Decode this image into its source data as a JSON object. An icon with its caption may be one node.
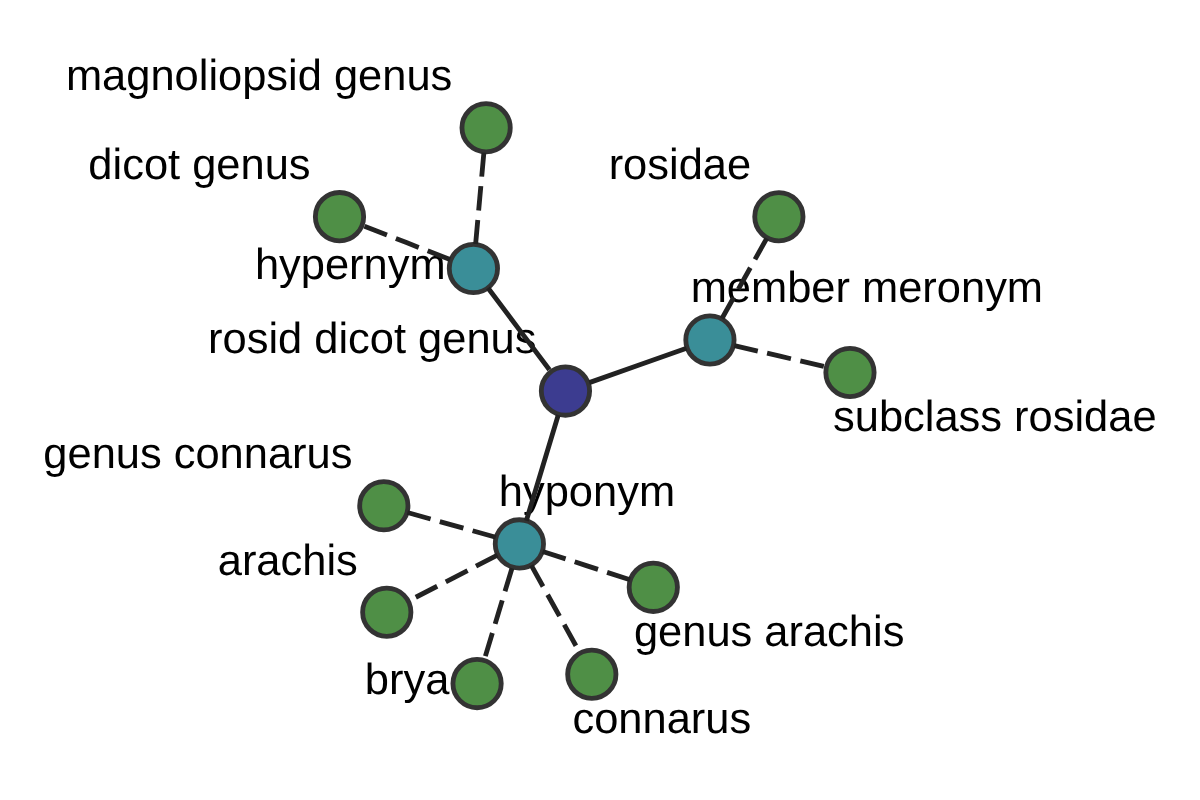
{
  "diagram": {
    "nodes": [
      {
        "text": [
          "rosid dicot genus"
        ]
      },
      {
        "text": [
          "member meronym"
        ]
      },
      {
        "text": [
          "subclass rosidae"
        ]
      },
      {
        "text": [
          "rosidae"
        ]
      },
      {
        "text": [
          "hyponym"
        ]
      },
      {
        "text": [
          "genus connarus"
        ]
      },
      {
        "text": [
          "arachis"
        ]
      },
      {
        "text": [
          "genus arachis"
        ]
      },
      {
        "text": [
          "brya"
        ]
      },
      {
        "text": [
          "connarus"
        ]
      },
      {
        "text": [
          "hypernym"
        ]
      },
      {
        "text": [
          "dicot genus"
        ]
      },
      {
        "text": [
          "magnoliopsid genus"
        ]
      }
    ],
    "edges": [
      {
        "from": 0,
        "to": 1,
        "arrow": "none"
      },
      {
        "from": 0,
        "to": 4,
        "arrow": "none"
      },
      {
        "from": 0,
        "to": 10,
        "arrow": "none"
      },
      {
        "from": 1,
        "to": 2,
        "arrow": "none",
        "style": "dashed"
      },
      {
        "from": 1,
        "to": 3,
        "arrow": "none",
        "style": "dashed"
      },
      {
        "from": 4,
        "to": 5,
        "arrow": "none",
        "style": "dashed"
      },
      {
        "from": 4,
        "to": 6,
        "arrow": "none",
        "style": "dashed"
      },
      {
        "from": 4,
        "to": 7,
        "arrow": "none",
        "style": "dashed"
      },
      {
        "from": 4,
        "to": 8,
        "arrow": "none",
        "style": "dashed"
      },
      {
        "from": 4,
        "to": 9,
        "arrow": "none",
        "style": "dashed"
      },
      {
        "from": 10,
        "to": 11,
        "arrow": "none",
        "style": "dashed"
      },
      {
        "from": 10,
        "to": 12,
        "arrow": "none",
        "style": "dashed"
      }
    ]
  }
}
